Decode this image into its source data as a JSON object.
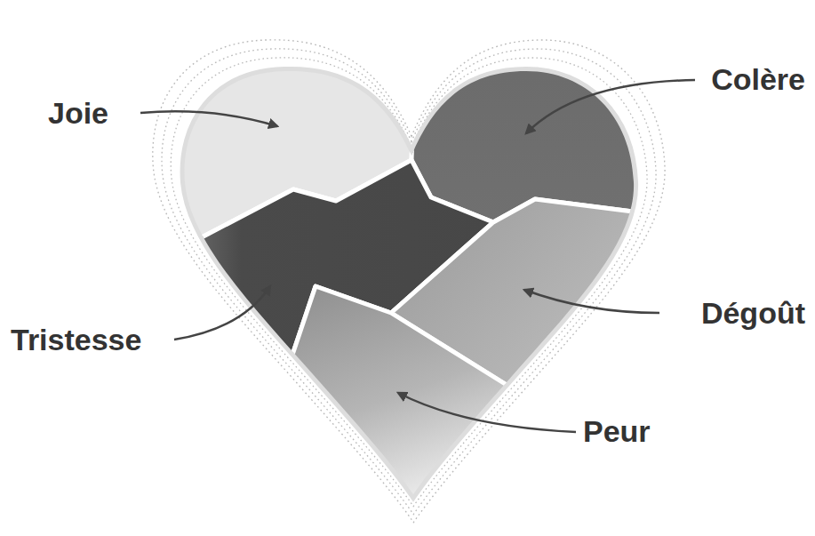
{
  "diagram": {
    "labels": [
      "Joie",
      "Colère",
      "Tristesse",
      "Dégoût",
      "Peur"
    ]
  }
}
